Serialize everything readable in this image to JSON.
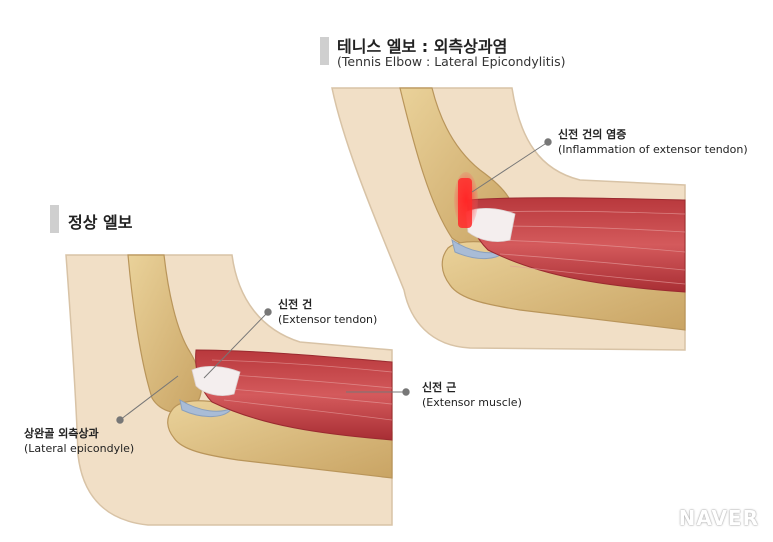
{
  "tennis": {
    "title": "테니스 엘보 : 외측상과염",
    "subtitle": "(Tennis Elbow : Lateral Epicondylitis)",
    "label_ko": "신전 건의 염증",
    "label_en": "(Inflammation of extensor tendon)"
  },
  "normal": {
    "title": "정상 엘보",
    "tendon_ko": "신전 건",
    "tendon_en": "(Extensor tendon)",
    "muscle_ko": "신전 근",
    "muscle_en": "(Extensor muscle)",
    "epicondyle_ko": "상완골 외측상과",
    "epicondyle_en": "(Lateral epicondyle)"
  },
  "watermark": "NAVER",
  "colors": {
    "skin": "#f1dfc6",
    "bone": "#e2c485",
    "muscle": "#c8494c",
    "tendon": "#f4eeee",
    "cartilage": "#a9bcd6",
    "inflammation": "#ff2a2a"
  }
}
